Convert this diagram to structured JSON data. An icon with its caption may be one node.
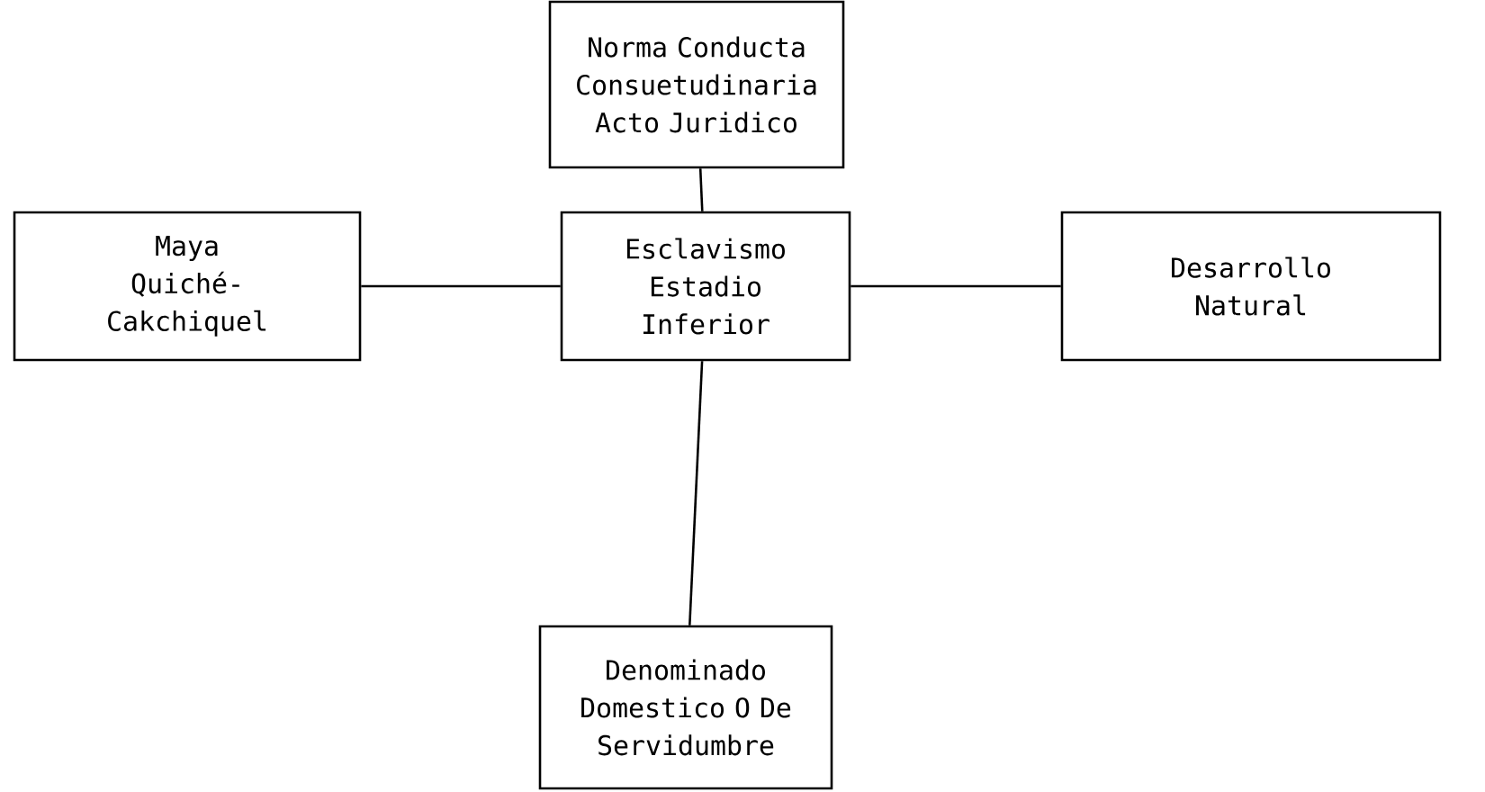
{
  "diagram": {
    "nodes": [
      {
        "text": [
          "Norma Conducta Consuetudinaria Acto Juridico"
        ]
      },
      {
        "text": [
          "Maya Quiché- Cakchiquel"
        ]
      },
      {
        "text": [
          "Esclavismo Estadio Inferior"
        ]
      },
      {
        "text": [
          "Desarrollo Natural"
        ]
      },
      {
        "text": [
          "Denominado Domestico O De Servidumbre"
        ]
      }
    ],
    "edges": [
      {
        "from": 0,
        "to": 2,
        "arrow": "none"
      },
      {
        "from": 1,
        "to": 2,
        "arrow": "none"
      },
      {
        "from": 2,
        "to": 3,
        "arrow": "none"
      },
      {
        "from": 2,
        "to": 4,
        "arrow": "none"
      }
    ]
  }
}
